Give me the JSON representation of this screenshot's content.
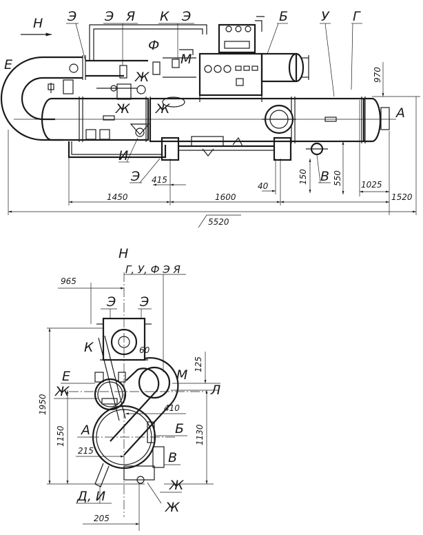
{
  "side_view": {
    "letters": {
      "N": "Н",
      "E1": "Э",
      "E2": "Э",
      "Ya": "Я",
      "K": "К",
      "E3": "Э",
      "B": "Б",
      "U": "У",
      "G": "Г",
      "E_left": "Е",
      "F": "Ф",
      "M": "М",
      "Zh1": "Ж",
      "Zh2": "Ж",
      "Zh3": "Ж",
      "A": "А",
      "I": "И",
      "E_bottom": "Э",
      "V": "В"
    },
    "dims": {
      "d970": "970",
      "d415": "415",
      "d1450": "1450",
      "d1600": "1600",
      "d40": "40",
      "d150": "150",
      "d550": "550",
      "d1025": "1025",
      "d1520": "1520",
      "d5520": "5520"
    }
  },
  "end_view": {
    "letters": {
      "N": "Н",
      "top_group": "Г, У, Ф Э Я",
      "E1": "Э",
      "E2": "Э",
      "K": "К",
      "E": "Е",
      "M": "М",
      "L": "Л",
      "Zh1": "Ж",
      "A": "А",
      "B": "Б",
      "V": "В",
      "Zh2": "Ж",
      "Zh3": "Ж",
      "DI": "Д, И"
    },
    "dims": {
      "d965": "965",
      "d60": "60",
      "d125": "125",
      "d410": "410",
      "d1950": "1950",
      "d1150": "1150",
      "d1130": "1130",
      "d215": "215",
      "d205": "205"
    }
  }
}
